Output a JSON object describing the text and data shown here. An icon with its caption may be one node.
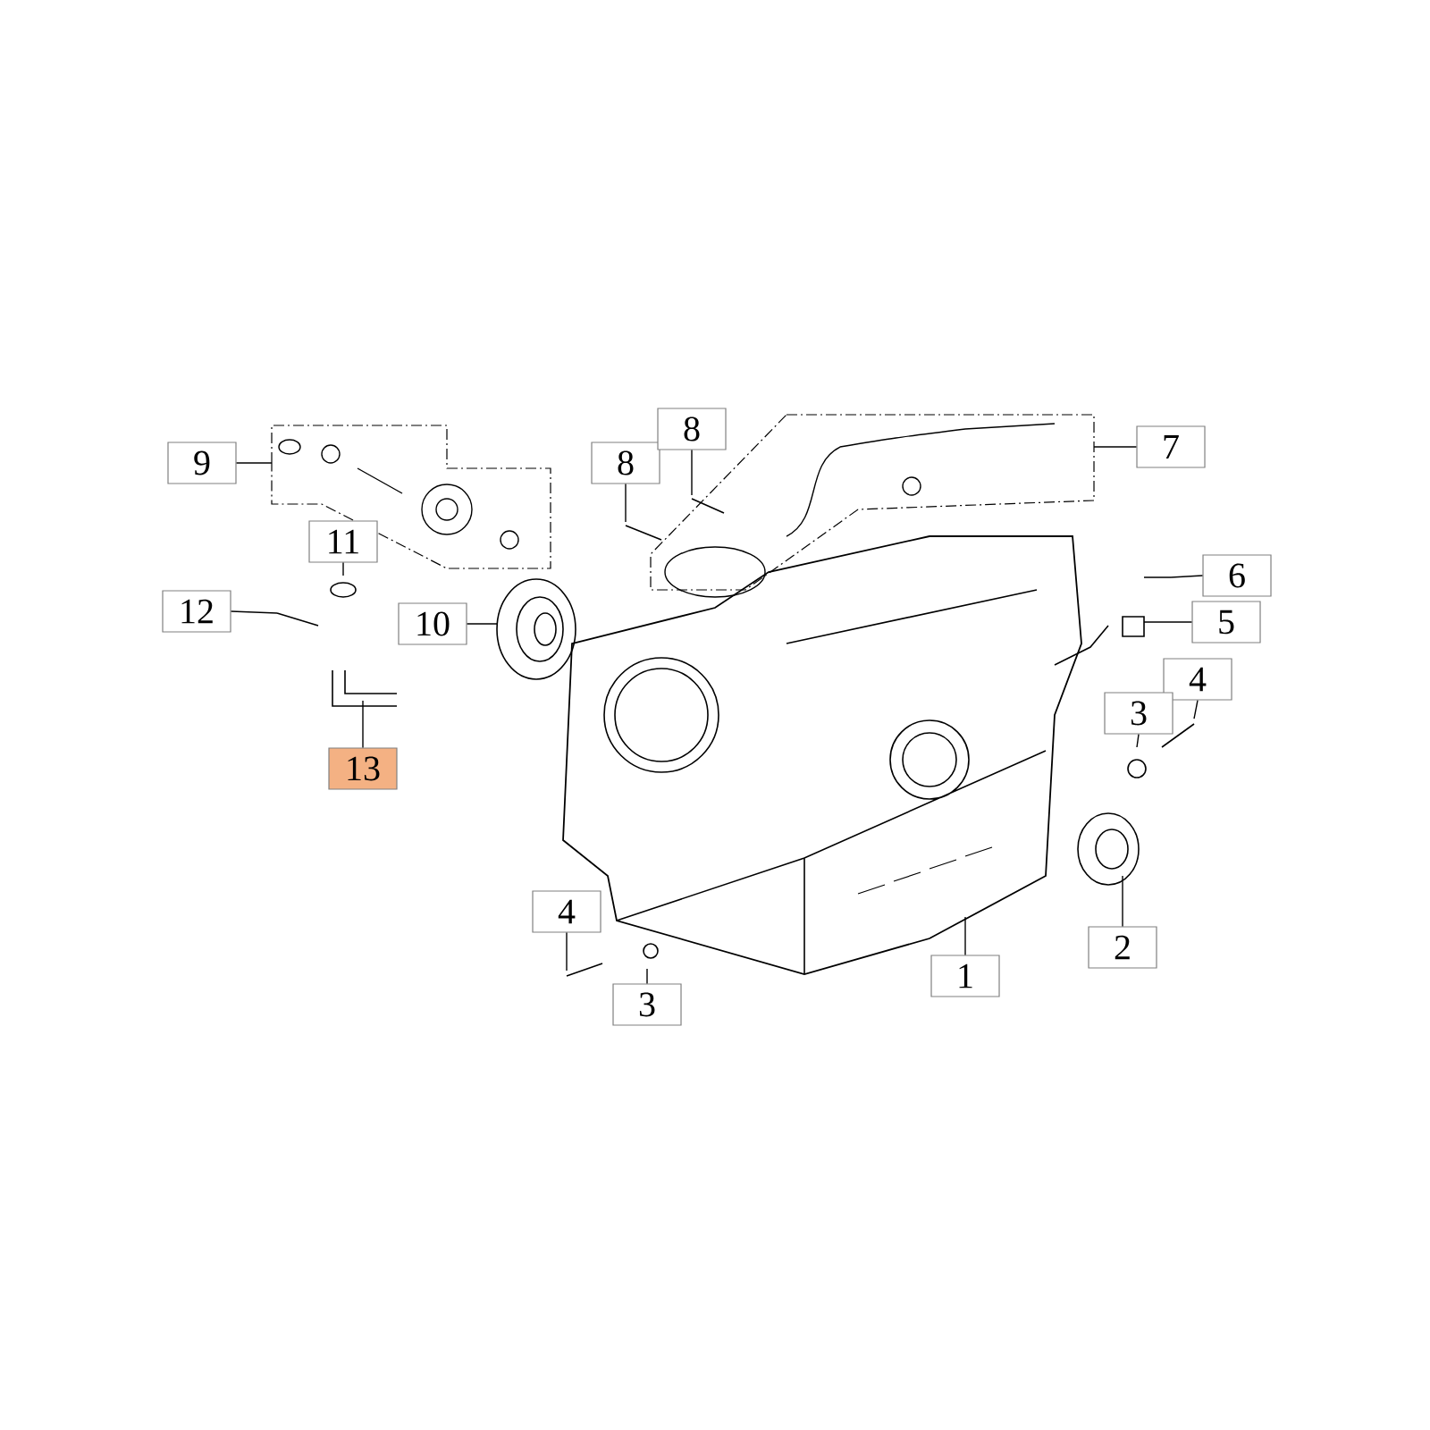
{
  "diagram": {
    "nodes": [
      {
        "text": [
          "9"
        ]
      },
      {
        "text": [
          "8"
        ]
      },
      {
        "text": [
          "8"
        ]
      },
      {
        "text": [
          "7"
        ]
      },
      {
        "text": [
          "11"
        ]
      },
      {
        "text": [
          "6"
        ]
      },
      {
        "text": [
          "12"
        ]
      },
      {
        "text": [
          "10"
        ]
      },
      {
        "text": [
          "5"
        ]
      },
      {
        "text": [
          "4"
        ]
      },
      {
        "text": [
          "3"
        ]
      },
      {
        "text": [
          "13"
        ]
      },
      {
        "text": [
          "4"
        ]
      },
      {
        "text": [
          "2"
        ]
      },
      {
        "text": [
          "1"
        ]
      },
      {
        "text": [
          "3"
        ]
      }
    ],
    "edges": [
      {
        "from": 0,
        "to": null,
        "arrow": "none"
      },
      {
        "from": 1,
        "to": null,
        "arrow": "none"
      },
      {
        "from": 2,
        "to": null,
        "arrow": "none"
      },
      {
        "from": 3,
        "to": null,
        "arrow": "none"
      },
      {
        "from": 4,
        "to": null,
        "arrow": "none"
      },
      {
        "from": 5,
        "to": null,
        "arrow": "none"
      },
      {
        "from": 6,
        "to": null,
        "arrow": "none"
      },
      {
        "from": 7,
        "to": null,
        "arrow": "none"
      },
      {
        "from": 8,
        "to": null,
        "arrow": "none"
      },
      {
        "from": 9,
        "to": null,
        "arrow": "none"
      },
      {
        "from": 10,
        "to": null,
        "arrow": "none"
      },
      {
        "from": 11,
        "to": null,
        "arrow": "none"
      },
      {
        "from": 12,
        "to": null,
        "arrow": "none"
      },
      {
        "from": 13,
        "to": null,
        "arrow": "none"
      },
      {
        "from": 14,
        "to": null,
        "arrow": "none"
      },
      {
        "from": 15,
        "to": null,
        "arrow": "none"
      }
    ]
  }
}
